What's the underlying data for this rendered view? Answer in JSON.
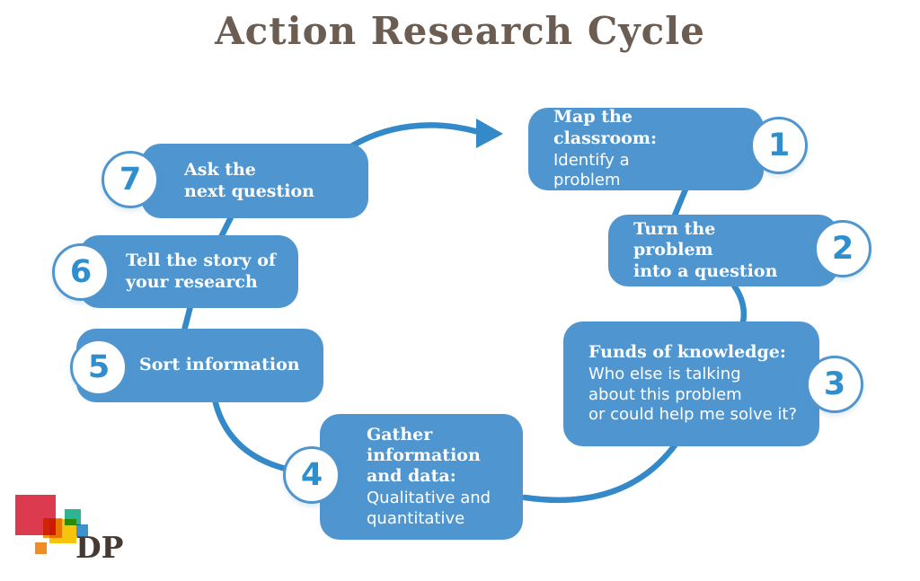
{
  "title": "Action Research Cycle",
  "steps": [
    {
      "number": "1",
      "bold": "Map the classroom:",
      "regular": "Identify a problem"
    },
    {
      "number": "2",
      "bold": "Turn the problem\ninto a question",
      "regular": ""
    },
    {
      "number": "3",
      "bold": "Funds of knowledge:",
      "regular": "Who else is talking\nabout this problem\nor could help me solve it?"
    },
    {
      "number": "4",
      "bold": "Gather\ninformation\nand data:",
      "regular": "Qualitative and\nquantitative"
    },
    {
      "number": "5",
      "bold": "Sort information",
      "regular": ""
    },
    {
      "number": "6",
      "bold": "Tell the story of\nyour research",
      "regular": ""
    },
    {
      "number": "7",
      "bold": "Ask the\nnext question",
      "regular": ""
    }
  ],
  "icons": {
    "cycle_arrow": "curved-arrow-right"
  },
  "logo": {
    "text": "DP",
    "squares": [
      {
        "name": "red-square",
        "color": "#dc3a4e"
      },
      {
        "name": "amber-square",
        "color": "#f2971d"
      },
      {
        "name": "yellow-square",
        "color": "#f6c40a"
      },
      {
        "name": "teal-square",
        "color": "#2eb493"
      },
      {
        "name": "blue-square",
        "color": "#3e92cf"
      },
      {
        "name": "orange-square",
        "color": "#ef8c26"
      }
    ]
  },
  "colors": {
    "box-blue": "#4f96d0",
    "line-blue": "#3489c8",
    "number-blue": "#2f8fce",
    "title-brown": "#6b5d52",
    "box-text": "#ffffff",
    "circle-bg": "#ffffff",
    "circle-ring": "#4f96d0",
    "logo-text": "#443a32",
    "background": "#ffffff"
  }
}
